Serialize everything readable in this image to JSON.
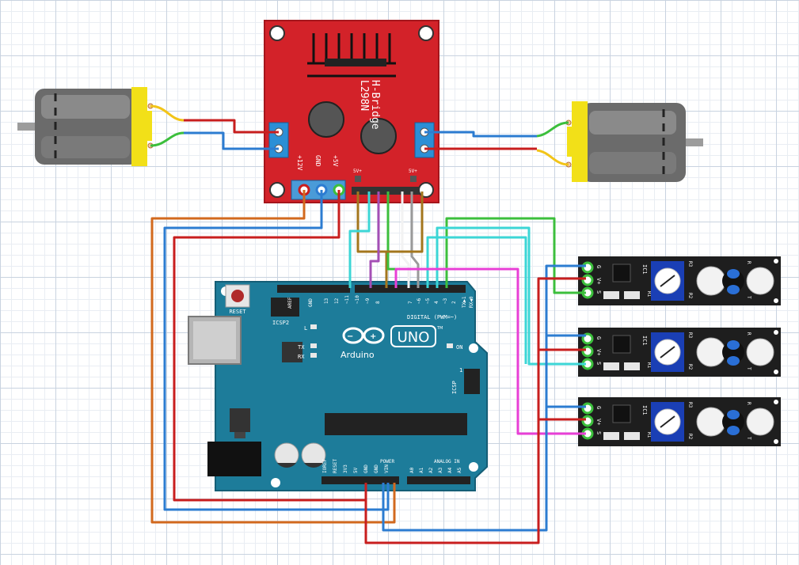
{
  "hbridge": {
    "title": "L298N",
    "subtitle": "H-Bridge",
    "pin_12v": "+12V",
    "pin_gnd": "GND",
    "pin_5v": "+5V",
    "en_left": "5V+",
    "en_right": "5V+"
  },
  "arduino": {
    "reset_label": "RESET",
    "icsp2_label": "ICSP2",
    "icsp_label": "ICSP",
    "aref": "AREF",
    "gnd": "GND",
    "digital_label": "DIGITAL (PWM=~)",
    "tx_pin": "TX▶1",
    "rx_pin": "RX◀0",
    "led_l": "L",
    "led_tx": "TX",
    "led_rx": "RX",
    "led_on": "ON",
    "brand": "Arduino",
    "model": "UNO",
    "tm": "TM",
    "icsp_pin1": "1",
    "power_label": "POWER",
    "analog_label": "ANALOG IN",
    "digital_pins": [
      "13",
      "12",
      "~11",
      "~10",
      "~9",
      "8",
      "7",
      "~6",
      "~5",
      "4",
      "~3",
      "2"
    ],
    "power_pins": [
      "IOREF",
      "RESET",
      "3V3",
      "5V",
      "GND",
      "GND",
      "VIN"
    ],
    "analog_pins": [
      "A0",
      "A1",
      "A2",
      "A3",
      "A4",
      "A5"
    ]
  },
  "sensors": [
    {
      "pins": [
        "G",
        "V+",
        "S"
      ],
      "ic": "IC1",
      "r1": "R1",
      "r2": "R2",
      "r3": "R3",
      "t": "T",
      "r": "R"
    },
    {
      "pins": [
        "G",
        "V+",
        "S"
      ],
      "ic": "IC1",
      "r1": "R1",
      "r2": "R2",
      "r3": "R3",
      "t": "T",
      "r": "R"
    },
    {
      "pins": [
        "G",
        "V+",
        "S"
      ],
      "ic": "IC1",
      "r1": "R1",
      "r2": "R2",
      "r3": "R3",
      "t": "T",
      "r": "R"
    }
  ],
  "colors": {
    "board_red": "#d32229",
    "arduino_teal": "#1d7c9a",
    "motor_yellow": "#f2e018",
    "wire_red": "#c81e1e",
    "wire_blue": "#2c7cd1",
    "wire_orange": "#d2691e",
    "wire_green": "#3cbf3c",
    "wire_brown": "#a3761d",
    "wire_purple": "#a44fb5",
    "wire_cyan": "#3cd6d6",
    "wire_magenta": "#e83fd6",
    "wire_white": "#f2f2f2",
    "wire_grey": "#9a9a9a"
  }
}
